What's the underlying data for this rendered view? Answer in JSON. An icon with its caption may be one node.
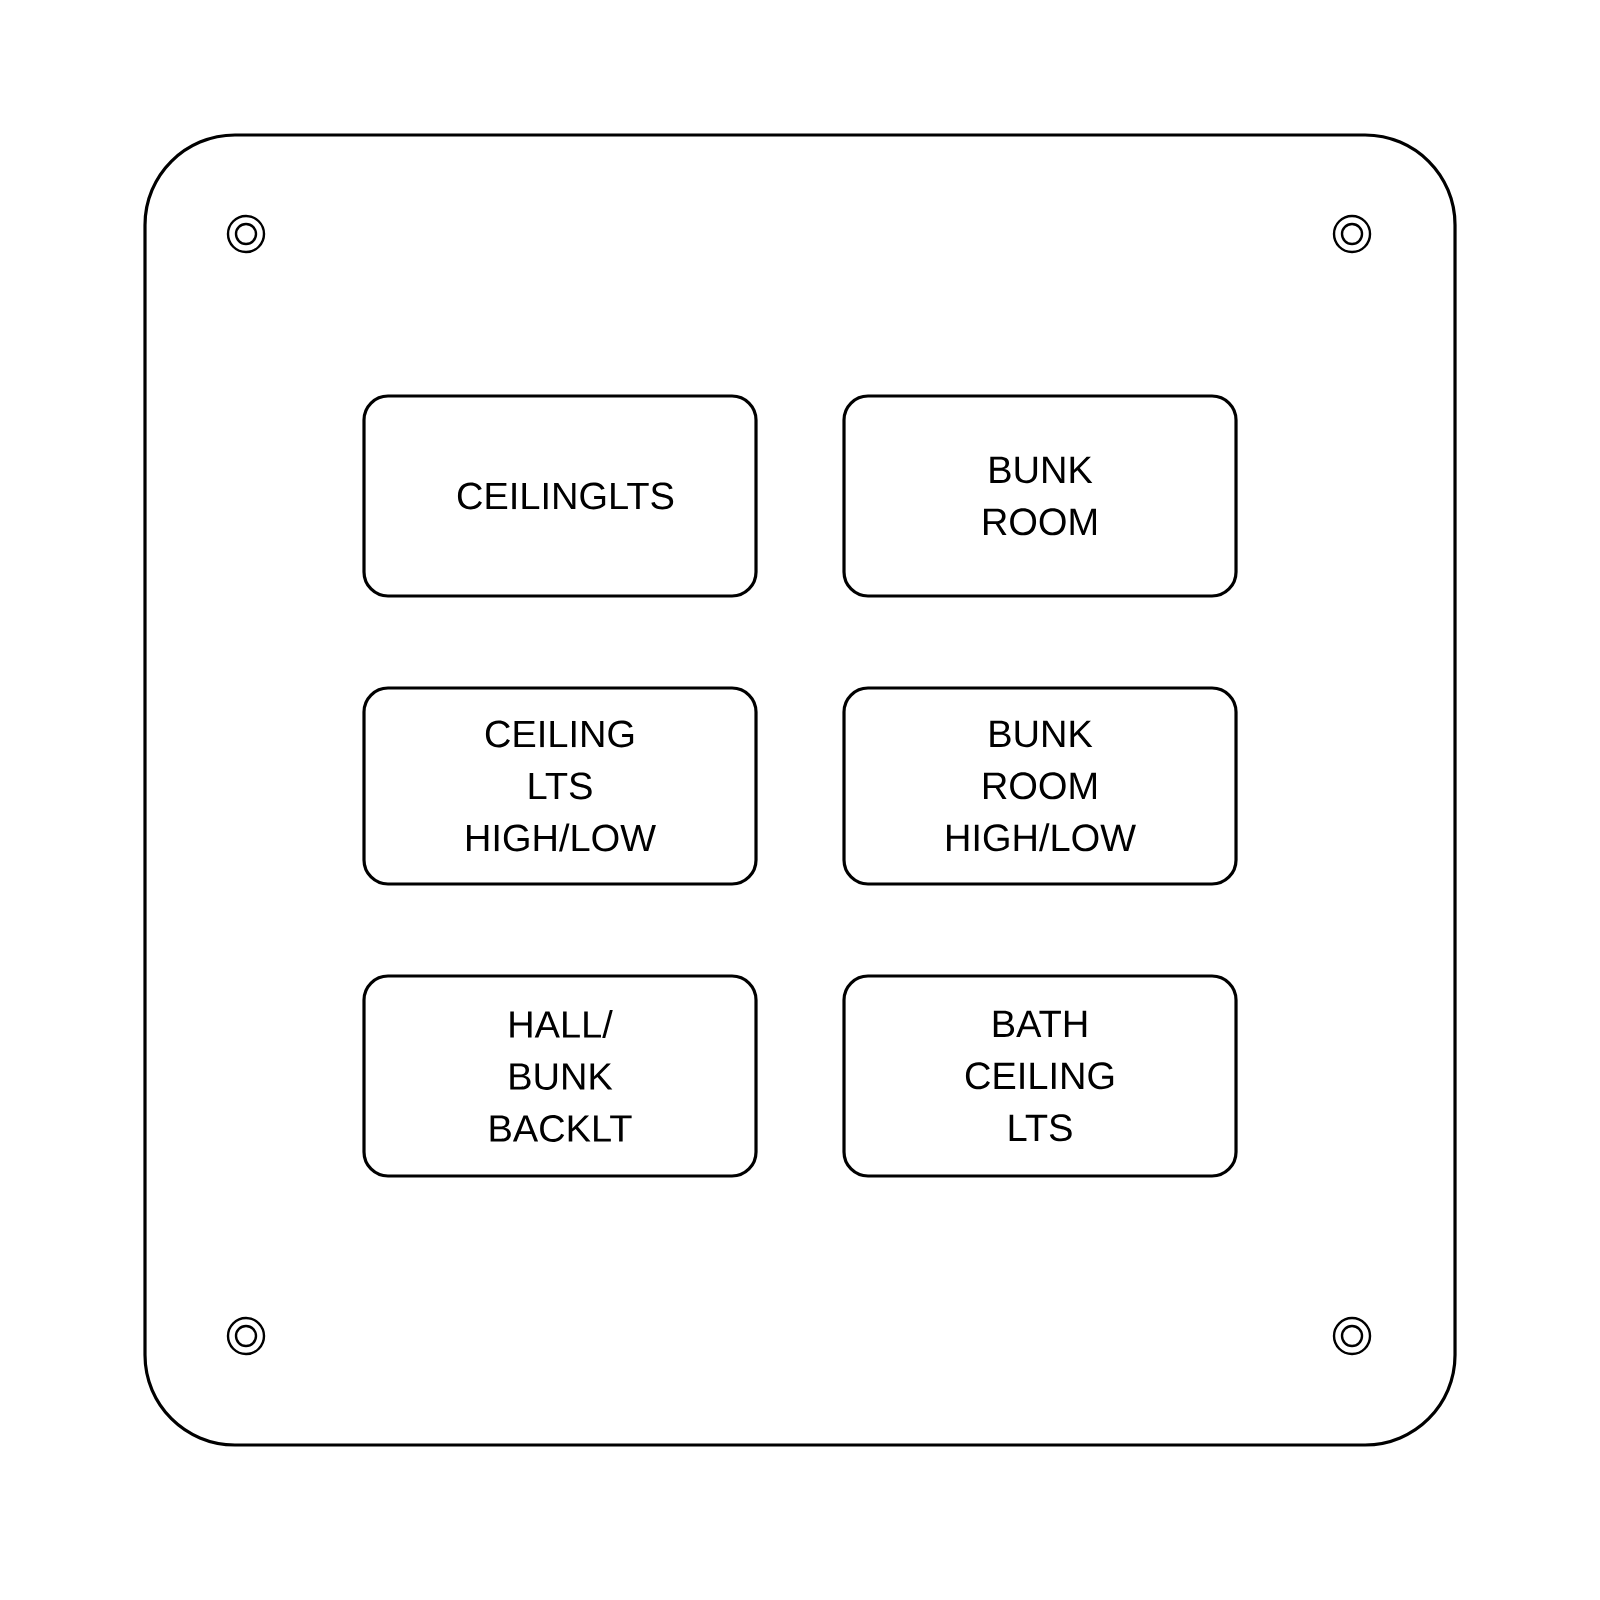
{
  "diagram": {
    "nodes": [
      {
        "text": [],
        "shape": "box"
      },
      {
        "text": [
          "CEILINGLTS"
        ],
        "in": 0
      },
      {
        "text": [
          "BUNK ROOM"
        ],
        "in": 0
      },
      {
        "text": [
          "CEILING LTS HIGH/LOW"
        ],
        "in": 0
      },
      {
        "text": [
          "BUNK ROOM HIGH/LOW"
        ],
        "in": 0
      },
      {
        "text": [
          "HALL/ BUNK BACKLT"
        ],
        "in": 0
      },
      {
        "text": [
          "BATH CEILING LTS"
        ],
        "in": 0
      }
    ]
  }
}
